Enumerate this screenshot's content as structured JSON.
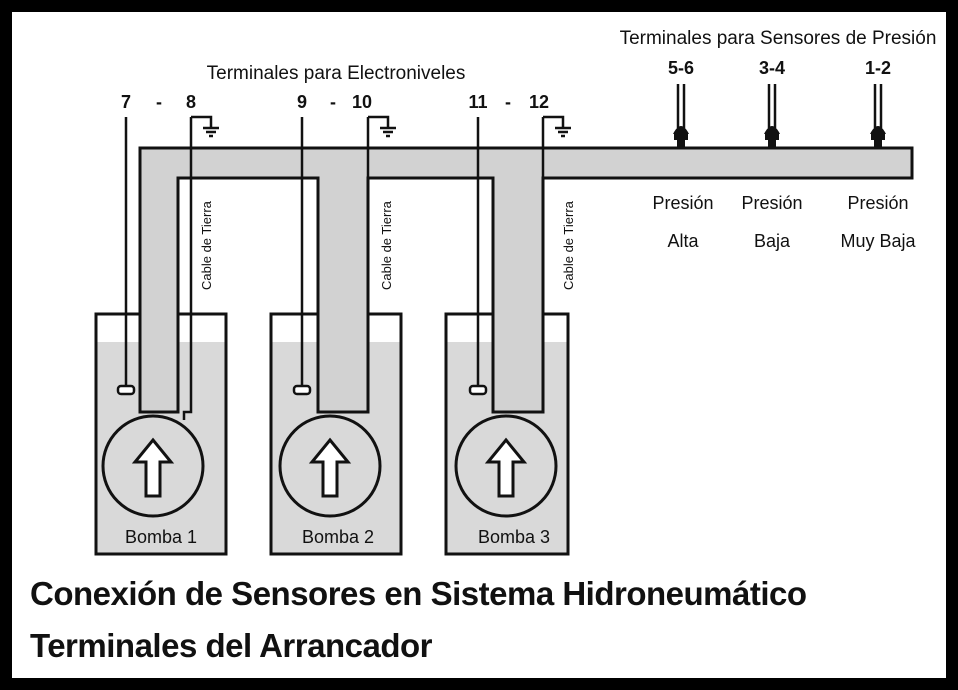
{
  "diagram": {
    "header_electroniveles": "Terminales para Electroniveles",
    "header_presion": "Terminales para Sensores de Presión",
    "terminals": [
      "7",
      "-",
      "8",
      "9",
      "-",
      "10",
      "11",
      "-",
      "12"
    ],
    "pressure_terminals": [
      "5-6",
      "3-4",
      "1-2"
    ],
    "pressure_labels": [
      {
        "line1": "Presión",
        "line2": "Alta"
      },
      {
        "line1": "Presión",
        "line2": "Baja"
      },
      {
        "line1": "Presión",
        "line2": "Muy Baja"
      }
    ],
    "cable_label": "Cable de Tierra",
    "pumps": [
      "Bomba 1",
      "Bomba 2",
      "Bomba 3"
    ]
  },
  "titles": {
    "line1": "Conexión de Sensores en Sistema Hidroneumático",
    "line2": "Terminales del Arrancador"
  },
  "colors": {
    "pipe": "#d2d2d2",
    "water": "#d9d9d9",
    "line": "#111111",
    "frame": "#000000"
  }
}
